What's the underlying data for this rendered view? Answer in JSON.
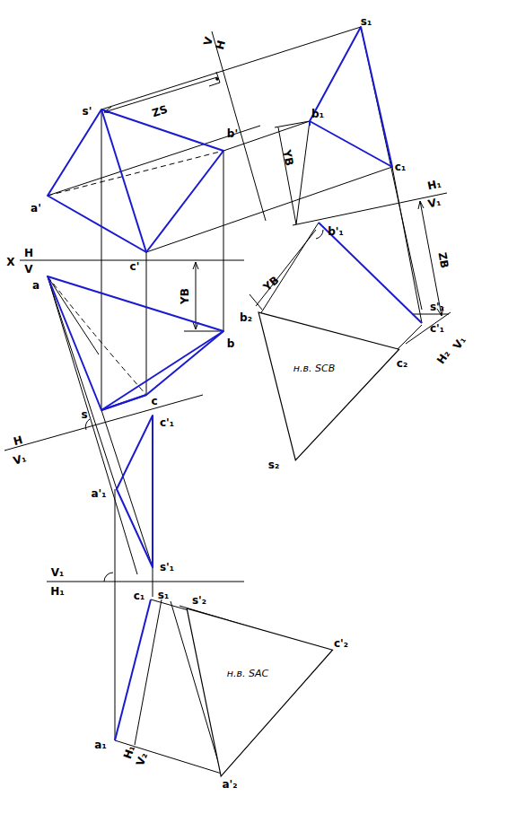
{
  "diagram": {
    "nodes": [
      {
        "text": [
          "н.в. SCB"
        ]
      },
      {
        "text": [
          "н.в. SAC"
        ]
      }
    ],
    "labels": [
      "V",
      "H",
      "s₁",
      "s'",
      "ZS",
      "b₁",
      "b'",
      "YB",
      "c₁",
      "a'",
      "H₁",
      "V₁",
      "b'₁",
      "ZB",
      "c'",
      "X",
      "H",
      "V",
      "a",
      "YB",
      "YB",
      "s'₁",
      "c'₁",
      "V₁",
      "H₂",
      "b",
      "b₂",
      "c₂",
      "c",
      "s",
      "c'₁",
      "s₂",
      "H",
      "V₁",
      "a'₁",
      "s'₁",
      "V₁",
      "H₁",
      "c₁",
      "s₁",
      "s'₂",
      "c'₂",
      "a₁",
      "H₁",
      "V₂",
      "a'₂"
    ]
  }
}
